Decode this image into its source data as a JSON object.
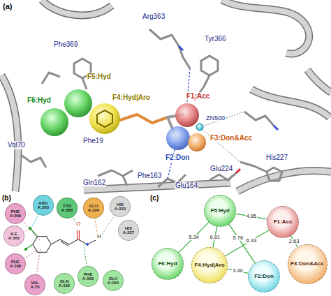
{
  "diagram": {
    "nodes": [
      {
        "text": [
          "PHE A:369"
        ]
      },
      {
        "text": [
          "ILE A:161"
        ]
      },
      {
        "text": [
          "PHE A:198"
        ]
      },
      {
        "text": [
          "VAL A:70"
        ]
      },
      {
        "text": [
          "ARG A:363"
        ]
      },
      {
        "text": [
          "TYR A:366"
        ]
      },
      {
        "text": [
          "GLU A:224"
        ]
      },
      {
        "text": [
          "HIS A:223"
        ]
      },
      {
        "text": [
          "HIS A:227"
        ]
      },
      {
        "text": [
          "GLN A:162"
        ]
      },
      {
        "text": [
          "PHE A:163"
        ]
      },
      {
        "text": [
          "GLU A:164"
        ]
      },
      {
        "text": [
          "F5:Hyd"
        ]
      },
      {
        "text": [
          "F1:Acc"
        ]
      },
      {
        "text": [
          "F3:Don&Acc"
        ]
      },
      {
        "text": [
          "F6:Hyd"
        ]
      },
      {
        "text": [
          "F4:Hyd|Aro"
        ]
      },
      {
        "text": [
          "F2:Don"
        ]
      }
    ],
    "edges": [
      {
        "from": 12,
        "to": 13,
        "label": "4.85",
        "arrow": "none"
      },
      {
        "from": 12,
        "to": 15,
        "label": "5.34",
        "arrow": "none"
      },
      {
        "from": 12,
        "to": 16,
        "label": "6.81",
        "arrow": "none"
      },
      {
        "from": 12,
        "to": 17,
        "label": "5.76",
        "arrow": "none"
      },
      {
        "from": 16,
        "to": 13,
        "label": "6.33",
        "arrow": "none"
      },
      {
        "from": 16,
        "to": 17,
        "label": "3.40",
        "arrow": "none"
      },
      {
        "from": 13,
        "to": 14,
        "label": "2.63",
        "arrow": "none"
      }
    ],
    "labels": [
      "(a)",
      "Arg363",
      "Tyr366",
      "Phe369",
      "F5:Hyd",
      "F6:Hyd",
      "F4:Hyd|Aro",
      "Phe19",
      "F1:Acc",
      "ZN500",
      "F2:Don",
      "F3:Don&Acc",
      "Val70",
      "His227",
      "Glu224",
      "Phe163",
      "Gln162",
      "Glu164",
      "(b)",
      "(c)",
      "O",
      "H"
    ]
  }
}
